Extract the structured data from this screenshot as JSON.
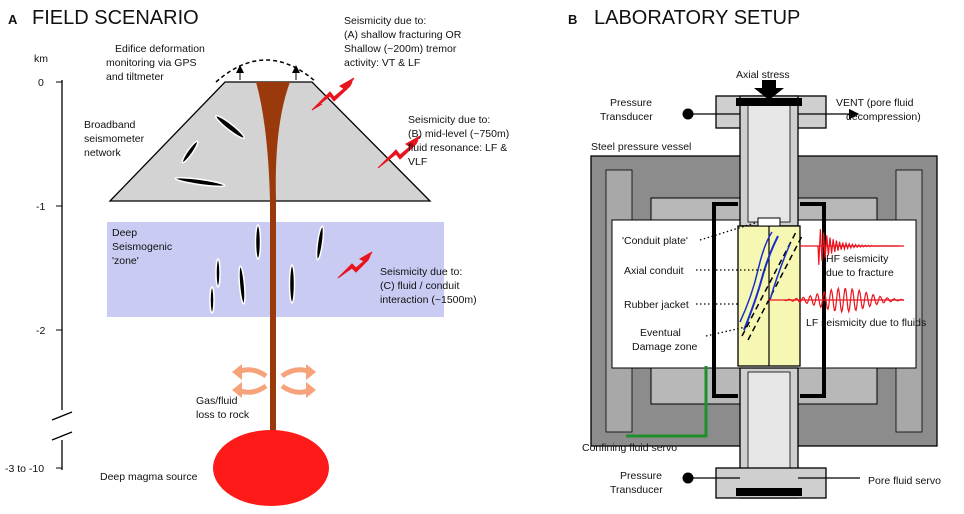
{
  "panel_a": {
    "letter": "A",
    "title": "FIELD SCENARIO",
    "axis_unit": "km",
    "ticks": [
      "0",
      "-1",
      "-2",
      "-3 to -10"
    ],
    "labels": {
      "edifice": [
        "Edifice deformation",
        "monitoring via GPS",
        "and tiltmeter"
      ],
      "broadband": [
        "Broadband",
        "seismometer",
        "network"
      ],
      "seis_a": [
        "Seismicity due to:",
        "(A) shallow fracturing OR",
        "Shallow (~200m) tremor",
        "activity: VT & LF"
      ],
      "seis_b": [
        "Seismicity due to:",
        "(B) mid-level (~750m)",
        "fluid resonance: LF &",
        "VLF"
      ],
      "seis_c": [
        "Seismicity due to:",
        "(C) fluid / conduit",
        "interaction (~1500m)"
      ],
      "deep_zone": [
        "Deep",
        "Seismogenic",
        "'zone'"
      ],
      "gas": [
        "Gas/fluid",
        "loss to rock"
      ],
      "magma": "Deep magma source"
    }
  },
  "panel_b": {
    "letter": "B",
    "title": "LABORATORY SETUP",
    "labels": {
      "axial_stress": "Axial stress",
      "pressure_top": [
        "Pressure",
        "Transducer"
      ],
      "vent": [
        "VENT (pore fluid",
        "decompression)"
      ],
      "vessel": "Steel pressure vessel",
      "conduit_plate": "'Conduit plate'",
      "axial_conduit": "Axial conduit",
      "rubber_jacket": "Rubber jacket",
      "damage": [
        "Eventual",
        "Damage zone"
      ],
      "hf": [
        "HF seismicity",
        "due to fracture"
      ],
      "lf": "LF seismicity due to fluids",
      "confining": "Confining fluid servo",
      "pressure_bottom": [
        "Pressure",
        "Transducer"
      ],
      "pore_servo": "Pore fluid servo"
    }
  },
  "colors": {
    "edifice": "#d3d3d3",
    "deep_zone": "#c9cbf2",
    "magma": "#ff1a1a",
    "conduit": "#9a3a0c",
    "arrow_gas": "#f6a27a",
    "lightning": "#e8141e",
    "vessel": "#8c8c8c",
    "sample": "#f7f7b4",
    "servo": "#1e8f2a",
    "blue": "#1a2ec8"
  }
}
